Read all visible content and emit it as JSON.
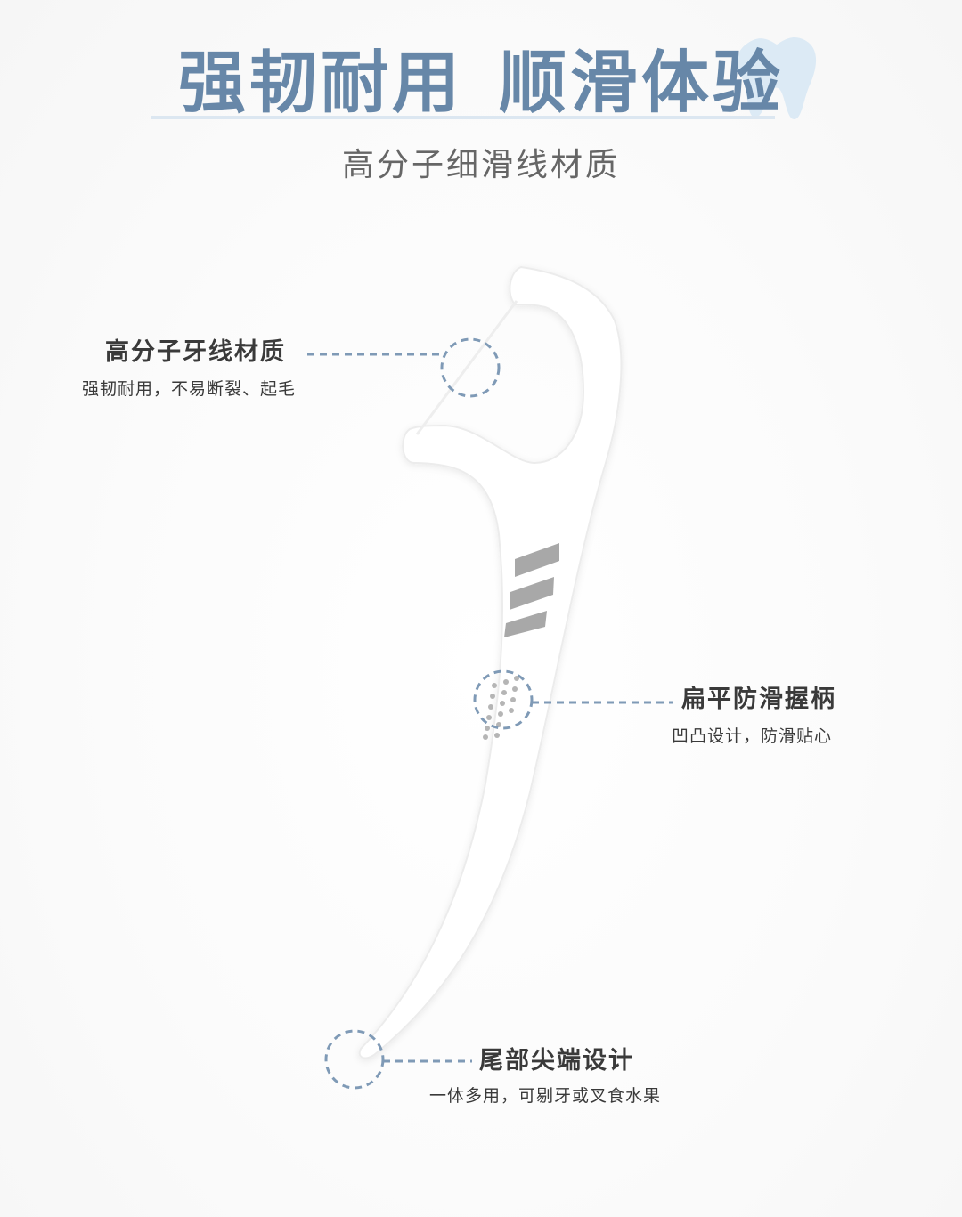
{
  "header": {
    "headline_left": "强韧耐用",
    "headline_right": "顺滑体验",
    "subtitle": "高分子细滑线材质"
  },
  "features": [
    {
      "title": "高分子牙线材质",
      "description": "强韧耐用，不易断裂、起毛"
    },
    {
      "title": "扁平防滑握柄",
      "description": "凹凸设计，防滑贴心"
    },
    {
      "title": "尾部尖端设计",
      "description": "一体多用，可剔牙或叉食水果"
    }
  ],
  "colors": {
    "headline": "#6787a8",
    "tooth_icon": "#dceaf5",
    "callout_line": "#7f9ab6",
    "grip_stripes": "#a8a8a8",
    "text": "#3a3a3a"
  }
}
